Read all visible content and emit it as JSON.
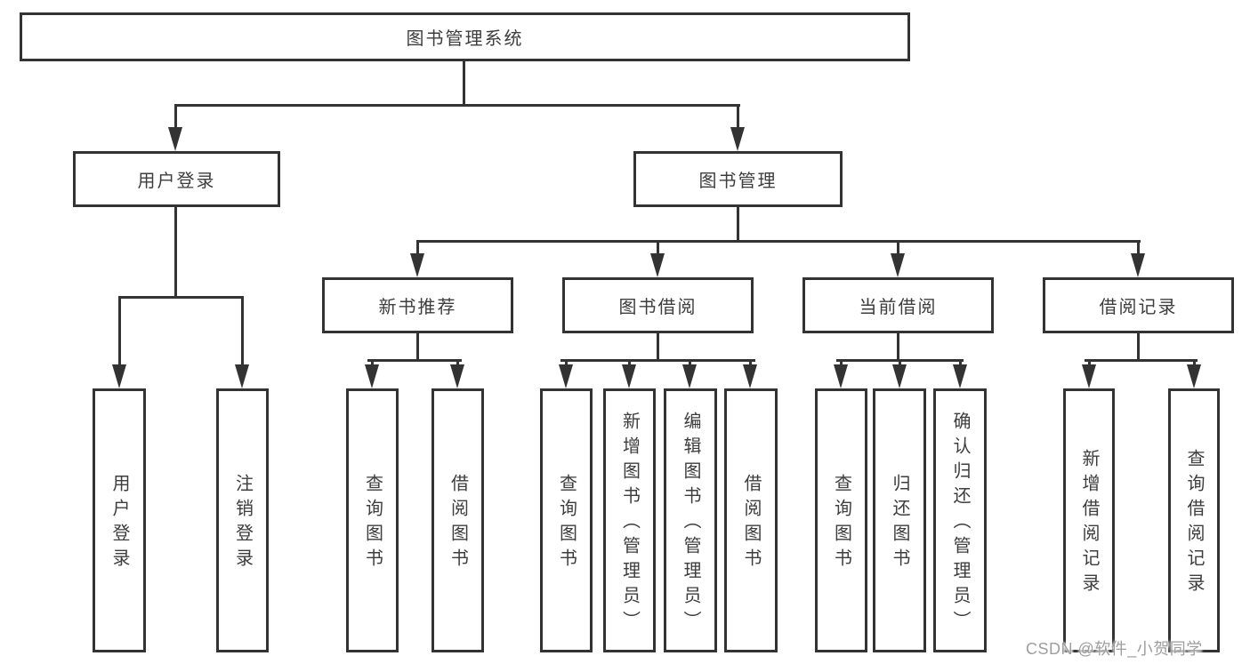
{
  "diagram": {
    "title": "图书管理系统",
    "level2": {
      "user_login": "用户登录",
      "book_mgmt": "图书管理"
    },
    "level3": {
      "new_book": "新书推荐",
      "book_borrow": "图书借阅",
      "current_borrow": "当前借阅",
      "borrow_record": "借阅记录"
    },
    "leaves": {
      "user_login_1": "用户登录",
      "user_login_2": "注销登录",
      "new_book_1": "查询图书",
      "new_book_2": "借阅图书",
      "book_borrow_1": "查询图书",
      "book_borrow_2": "新增图书（管理员）",
      "book_borrow_3": "编辑图书（管理员）",
      "book_borrow_4": "借阅图书",
      "current_borrow_1": "查询图书",
      "current_borrow_2": "归还图书",
      "current_borrow_3": "确认归还（管理员）",
      "borrow_record_1": "新增借阅记录",
      "borrow_record_2": "查询借阅记录"
    },
    "colors": {
      "line": "#333333",
      "text": "#3d3d3d",
      "background": "#ffffff",
      "watermark": "#9e9e9e"
    },
    "watermark": "CSDN @软件_小贺同学"
  }
}
